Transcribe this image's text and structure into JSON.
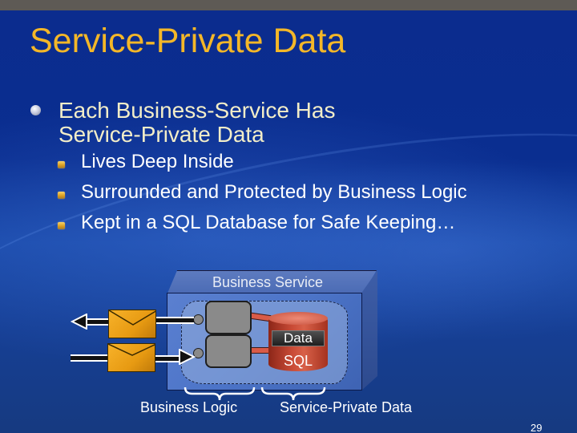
{
  "slide": {
    "title": "Service-Private Data",
    "bullets": [
      {
        "level": 1,
        "icon": "round-gray-bullet",
        "lines": [
          "Each Business-Service Has",
          "Service-Private Data"
        ],
        "children": [
          {
            "level": 2,
            "icon": "square-gold-bullet",
            "text": "Lives Deep Inside"
          },
          {
            "level": 2,
            "icon": "square-gold-bullet",
            "text": "Surrounded and Protected by Business Logic"
          },
          {
            "level": 2,
            "icon": "square-gold-bullet",
            "text": "Kept in a SQL Database for Safe Keeping…"
          }
        ]
      }
    ],
    "diagram": {
      "container_label": "Business Service",
      "database": {
        "label": "Data",
        "sublabel": "SQL"
      },
      "messages": [
        {
          "direction": "outgoing",
          "icon": "envelope-icon"
        },
        {
          "direction": "incoming",
          "icon": "envelope-icon"
        }
      ],
      "captions": {
        "logic": "Business Logic",
        "data": "Service-Private Data"
      }
    },
    "page_number": "29"
  },
  "colors": {
    "title": "#f4b728",
    "level1_text": "#f2edc8",
    "level2_text": "#ffffff",
    "background": "#0b2c8e",
    "database": "#c94b36",
    "envelope": "#f0a820"
  }
}
